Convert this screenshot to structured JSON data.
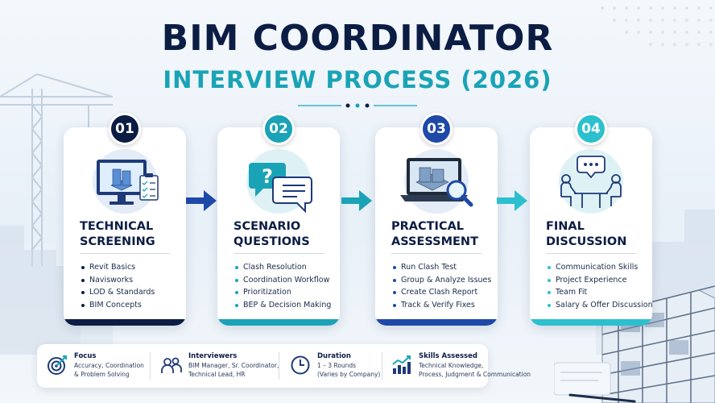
{
  "header": {
    "title": "BIM COORDINATOR",
    "subtitle": "INTERVIEW PROCESS (2026)"
  },
  "colors": {
    "navy": "#0c1d44",
    "teal": "#1aa3b6",
    "blue": "#1e49a8",
    "light_teal": "#2cc0cf"
  },
  "stages": [
    {
      "number": "01",
      "title_line1": "TECHNICAL",
      "title_line2": "SCREENING",
      "icon": "monitor-building-checklist-icon",
      "items": [
        "Revit Basics",
        "Navisworks",
        "LOD & Standards",
        "BIM Concepts"
      ]
    },
    {
      "number": "02",
      "title_line1": "SCENARIO",
      "title_line2": "QUESTIONS",
      "icon": "question-chat-icon",
      "items": [
        "Clash Resolution",
        "Coordination Workflow",
        "Prioritization",
        "BEP & Decision Making"
      ]
    },
    {
      "number": "03",
      "title_line1": "PRACTICAL",
      "title_line2": "ASSESSMENT",
      "icon": "laptop-magnifier-icon",
      "items": [
        "Run Clash Test",
        "Group & Analyze Issues",
        "Create Clash Report",
        "Track & Verify Fixes"
      ]
    },
    {
      "number": "04",
      "title_line1": "FINAL",
      "title_line2": "DISCUSSION",
      "icon": "meeting-discussion-icon",
      "items": [
        "Communication Skills",
        "Project Experience",
        "Team Fit",
        "Salary & Offer Discussion"
      ]
    }
  ],
  "footer": [
    {
      "label": "Focus",
      "line1": "Accuracy, Coordination",
      "line2": "& Problem Solving",
      "icon": "target-icon"
    },
    {
      "label": "Interviewers",
      "line1": "BIM Manager, Sr. Coordinator,",
      "line2": "Technical Lead, HR",
      "icon": "people-icon"
    },
    {
      "label": "Duration",
      "line1": "1 – 3 Rounds",
      "line2": "(Varies by Company)",
      "icon": "clock-icon"
    },
    {
      "label": "Skills Assessed",
      "line1": "Technical Knowledge,",
      "line2": "Process, Judgment & Communication",
      "icon": "growth-chart-icon"
    }
  ]
}
